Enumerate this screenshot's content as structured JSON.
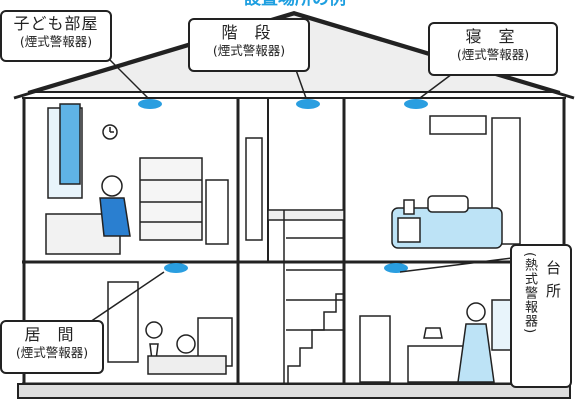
{
  "title": "設置場所の例",
  "labels": {
    "kids_room": {
      "name": "子ども部屋",
      "type": "(煙式警報器)"
    },
    "stairs": {
      "name": "階 段",
      "type": "(煙式警報器)"
    },
    "bedroom": {
      "name": "寝 室",
      "type": "(煙式警報器)"
    },
    "living": {
      "name": "居 間",
      "type": "(煙式警報器)"
    },
    "kitchen": {
      "name": "台所",
      "type": "(熱式警報器)"
    }
  },
  "detector_color": "#2a9ee0"
}
